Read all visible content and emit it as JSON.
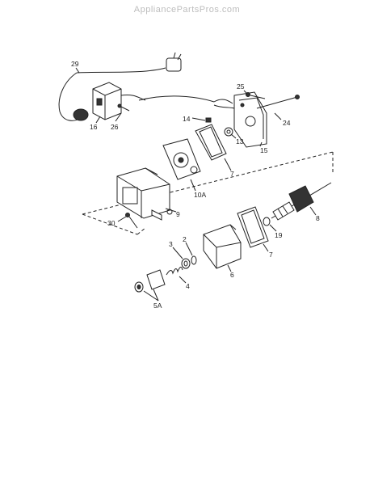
{
  "watermark": "AppliancePartsPros.com",
  "callouts": [
    {
      "id": "c29",
      "text": "29"
    },
    {
      "id": "c16",
      "text": "16"
    },
    {
      "id": "c26",
      "text": "26"
    },
    {
      "id": "c25",
      "text": "25"
    },
    {
      "id": "c24",
      "text": "24"
    },
    {
      "id": "c14",
      "text": "14"
    },
    {
      "id": "c13",
      "text": "13"
    },
    {
      "id": "c15",
      "text": "15"
    },
    {
      "id": "c7a",
      "text": "7"
    },
    {
      "id": "c10A",
      "text": "10A"
    },
    {
      "id": "c9",
      "text": "9"
    },
    {
      "id": "c8",
      "text": "8"
    },
    {
      "id": "c30",
      "text": "30"
    },
    {
      "id": "c19",
      "text": "19"
    },
    {
      "id": "c7b",
      "text": "7"
    },
    {
      "id": "c3",
      "text": "3"
    },
    {
      "id": "c2",
      "text": "2"
    },
    {
      "id": "c6",
      "text": "6"
    },
    {
      "id": "c4",
      "text": "4"
    },
    {
      "id": "c5A",
      "text": "5A"
    }
  ]
}
